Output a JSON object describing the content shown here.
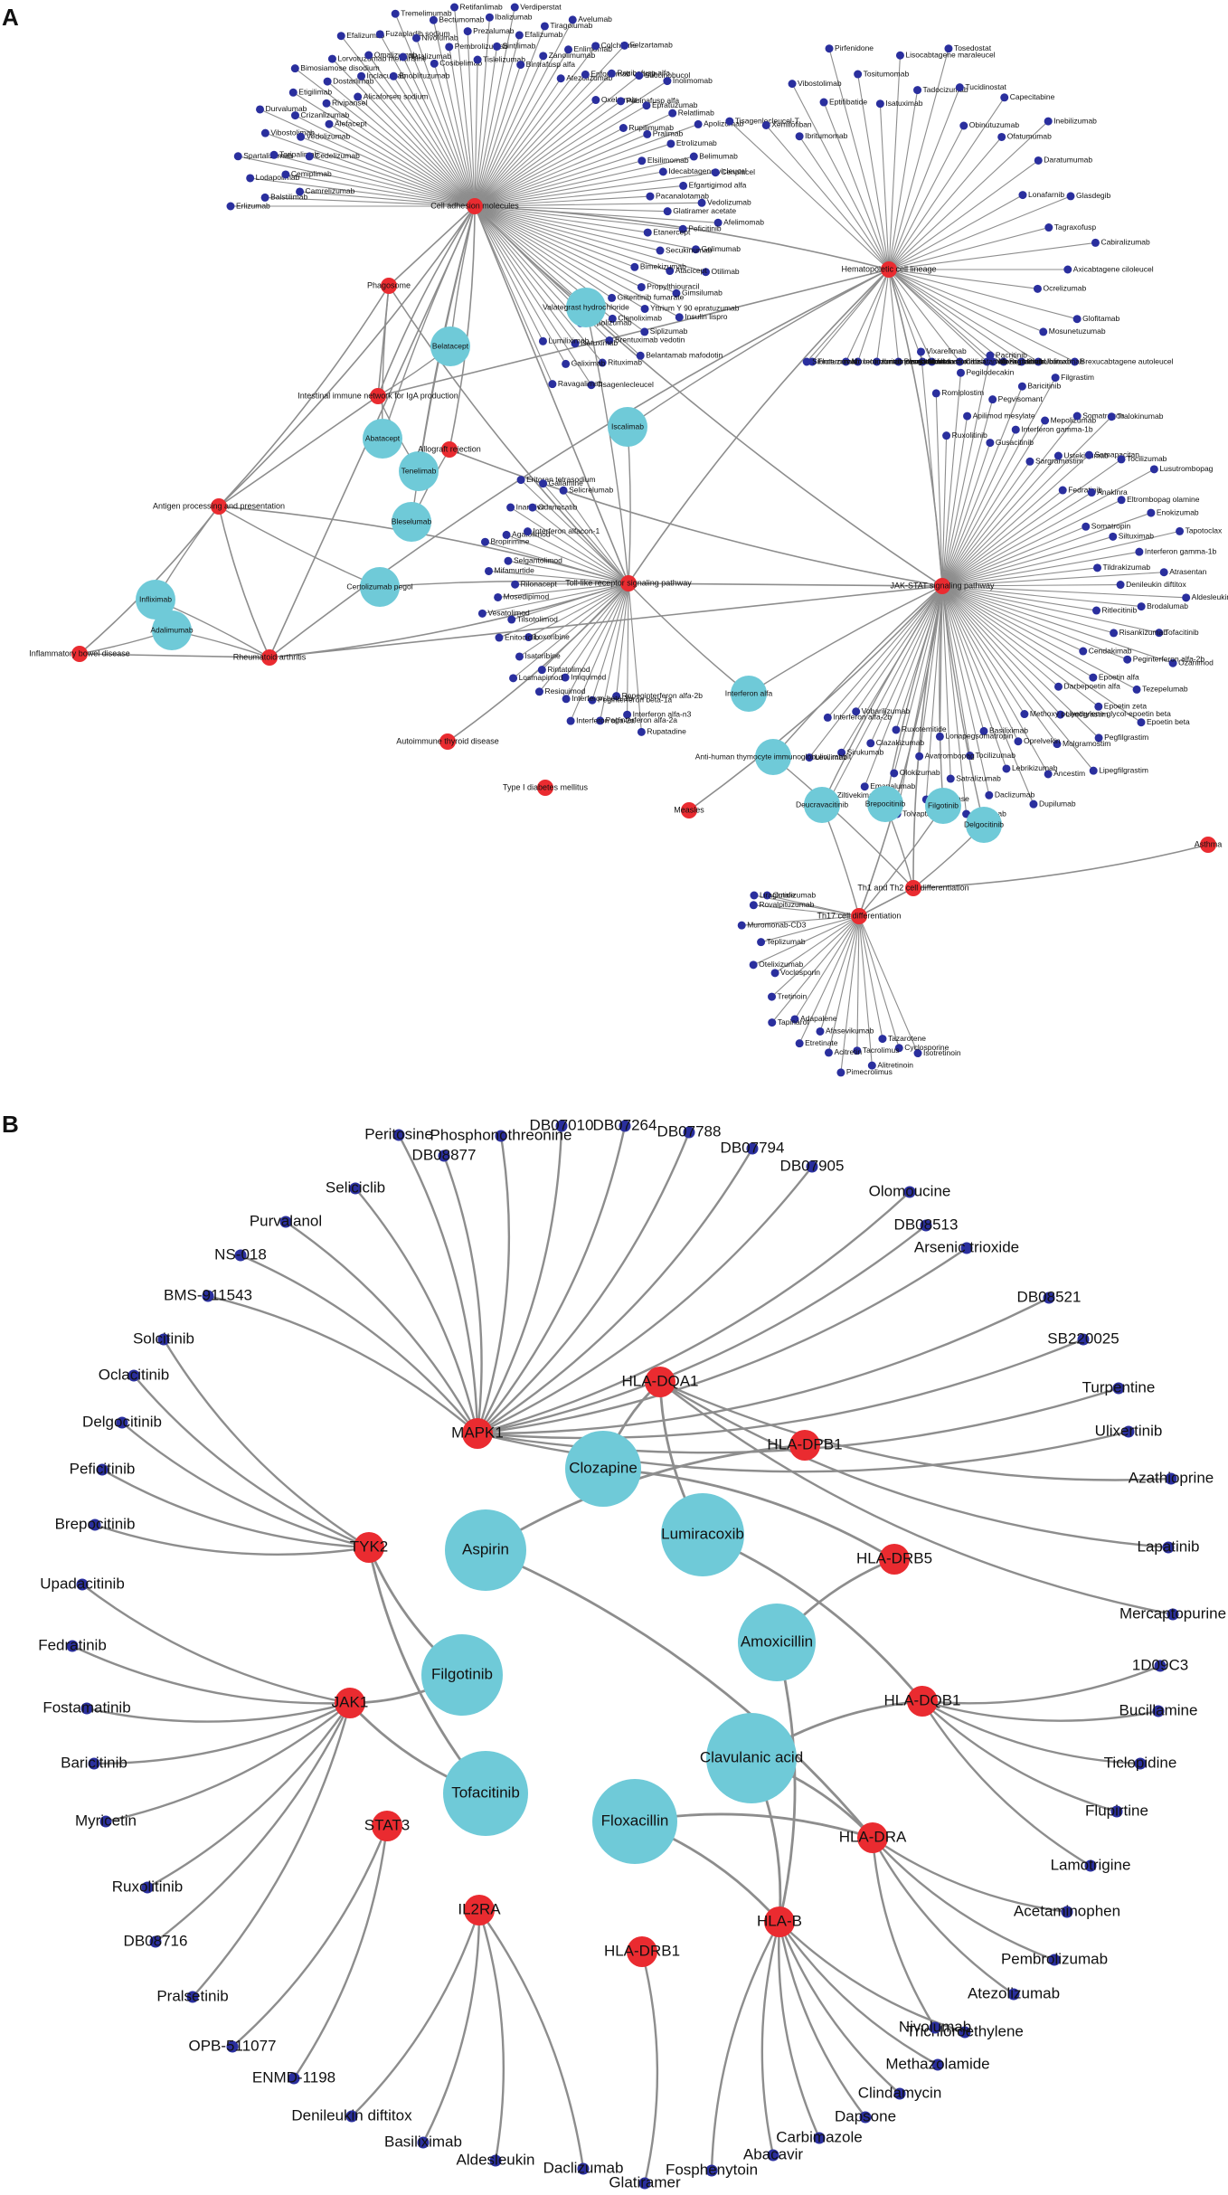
{
  "panels": [
    {
      "label": "A"
    },
    {
      "label": "B"
    }
  ],
  "colors": {
    "pathway": "#ea2b30",
    "drug_small": "#2a2f9e",
    "drug_large": "#6fcad8",
    "edge": "#8d8d8d"
  },
  "graphA": {
    "hubs": [
      "Cell adhesion molecules",
      "Hematopoietic cell lineage",
      "Toll-like receptor signaling pathway",
      "JAK-STAT signaling pathway",
      "Antigen processing and presentation",
      "Rheumatoid arthritis",
      "Inflammatory bowel disease",
      "Intestinal immune network for IgA production",
      "Allograft rejection",
      "Phagosome",
      "Th1 and Th2 cell differentiation",
      "Th17 cell differentiation",
      "Asthma",
      "Measles",
      "Autoimmune thyroid disease",
      "Type I diabetes mellitus"
    ],
    "shared_drugs": [
      "Belatacept",
      "Abatacept",
      "Valategrast hydrochloride",
      "Iscalimab",
      "Tenelimab",
      "Bleselumab",
      "Certolizumab pegol",
      "Infliximab",
      "Adalimumab",
      "Interferon alfa",
      "Anti-human thymocyte immunoglobulin, rabbit",
      "Deucravacitinib",
      "Brepocitinib",
      "Filgotinib",
      "Delgocitinib"
    ],
    "cam_drugs": [
      "Erlizumab",
      "Balstilimab",
      "Camrelizumab",
      "Lodapolimab",
      "Cemiplimab",
      "Spartalizumab",
      "Toripalimab",
      "Cedelizumab",
      "Vibostolimab",
      "Vedolizumab",
      "Durvalumab",
      "Crizanlizumab",
      "Alefacept",
      "Etigilimab",
      "Rivipansel",
      "Bimosiamose disodium",
      "Dostarlimab",
      "Alicaforsen sodium",
      "Lorvotuzumab mertansine",
      "Inclacumab",
      "Efalizumab",
      "Omalizumab",
      "Enoblituzumab",
      "Fuzapladib sodium",
      "Natalizumab",
      "Tremelimumab",
      "Nivolumab",
      "Cosibelimab",
      "Bectumomab",
      "Pembrolizumab",
      "Retifanlimab",
      "Prezalumab",
      "Tislelizumab",
      "Ibalizumab",
      "Sintilimab",
      "Verdiperstat",
      "Efalizumab",
      "Bintrafusp alfa",
      "Tiragolumab",
      "Zanolimumab",
      "Avelumab",
      "Enlimomab",
      "Atezolizumab",
      "Colchicine",
      "Enfortumab vedotin",
      "Felzartamab",
      "Rozibafusp alfa",
      "Oxelumab",
      "Succinobucol",
      "Pabinafusp alfa",
      "Inolimomab",
      "Epratuzumab",
      "Rupilimumab",
      "Relatlimab",
      "Pralimab",
      "Apolizumab",
      "Etrolizumab",
      "Elsilimomab",
      "Belimumab",
      "Idecabtagene vicleucel",
      "Cenplacel",
      "Efgartigimod alfa",
      "Pacanalotamab",
      "Vedolizumab",
      "Glatiramer acetate",
      "Afelimomab",
      "Peficitinib",
      "Etanercept",
      "Golimumab",
      "Secukinumab",
      "Otilimab",
      "Atacicept",
      "Bimekizumab",
      "Gimsilumab",
      "Propylthiouracil",
      "Insulin lispro",
      "Yttrium Y 90 epratuzumab",
      "Gilteritinib fumarate",
      "Siplizumab",
      "Clenoliximab",
      "Belantamab mafodotin",
      "Brentuximab vedotin",
      "Mepolizumab",
      "Rituximab",
      "Isatuximab",
      "Tisagenlecleucel",
      "Galiximab",
      "Lumiliximab",
      "Ravagalimab"
    ],
    "hematopoietic_drugs": [
      "Tisagenlecleucel-T",
      "Xemilofiban",
      "Ibritumomab",
      "Vibostolimab",
      "Eptifibatide",
      "Pirfenidone",
      "Tositumomab",
      "Isatuximab",
      "Lisocabtagene maraleucel",
      "Tadocizumab",
      "Tosedostat",
      "Tucidinostat",
      "Obinutuzumab",
      "Capecitabine",
      "Ofatumumab",
      "Inebilizumab",
      "Daratumumab",
      "Lonafarnib",
      "Glasdegib",
      "Tagraxofusp",
      "Cabiralizumab",
      "Axicabtagene ciloleucel",
      "Ocrelizumab",
      "Glofitamab",
      "Mosunetuzumab",
      "Brexucabtagene autoleucel",
      "Ublituximab",
      "Ruxolitinib",
      "Clenoliximab",
      "Odronextamab",
      "Mezagitamab",
      "Cibisatamab",
      "Vadastuximab",
      "Minretumomab",
      "Plamotamab",
      "Ibritumomab tiuxetan",
      "Inotuzumab ozogamicin",
      "Moxetumomab pasudotox",
      "Floteromab",
      "Sibrotuzumab"
    ],
    "tlr_drugs": [
      "Rupatadine",
      "Interferon alfa-n3",
      "Ropeginterferon alfa-2b",
      "Peginterferon alfa-2a",
      "Peginterferon beta-1a",
      "Interferon alfa-2a",
      "Interferon beta-1b",
      "Imiquimod",
      "Resiquimod",
      "Rintatolimod",
      "Losmapimod",
      "Isatoribine",
      "Loxoribine",
      "Enitociclib",
      "Tilsotolimod",
      "Vesatolimod",
      "Mosedipimod",
      "Rilonacept",
      "Mifamurtide",
      "Selgantolimod",
      "Bropirimine",
      "Agatolimod",
      "Interferon alfacon-1",
      "Inarigivir",
      "Odanacatib",
      "Eritoran tetrasodium",
      "Gallamine",
      "Selicrelumab"
    ],
    "jak_drugs": [
      "Vixarelimab",
      "Romiplostim",
      "Ruxolitinib",
      "Pegilodecakin",
      "Apilimod mesylate",
      "Pacritinib",
      "Pegvisomant",
      "Gusacitinib",
      "Baricitinib",
      "Interferon gamma-1b",
      "Filgrastim",
      "Mepolizumab",
      "Sargramostim",
      "Somatrogon",
      "Ustekinumab",
      "Tralokinumab",
      "Somapacitan",
      "Fedratinib",
      "Tocilizumab",
      "Anakinra",
      "Lusutrombopag",
      "Eltrombopag olamine",
      "Somatropin",
      "Enokizumab",
      "Siltuximab",
      "Tapotoclax",
      "Interferon gamma-1b",
      "Tildrakizumab",
      "Atrasentan",
      "Denileukin diftitox",
      "Aldesleukin",
      "Brodalumab",
      "Ritlecitinib",
      "Tofacitinib",
      "Risankizumab",
      "Ozanimod",
      "Peginterferon alfa-2b",
      "Cendakimab",
      "Tezepelumab",
      "Epoetin alfa",
      "Epoetin beta",
      "Epoetin zeta",
      "Darbepoetin alfa",
      "Pegfilgrastim",
      "Lenograstim",
      "Lipegfilgrastim",
      "Molgramostim",
      "Methoxy polyethylene glycol-epoetin beta",
      "Ancestim",
      "Oprelvekin",
      "Dupilumab",
      "Lebrikizumab",
      "Basiliximab",
      "Daclizumab",
      "Tocilizumab",
      "Sarilumab",
      "Satralizumab",
      "Lonapegsomatropin",
      "Pegvaliase",
      "Avatrombopag",
      "Tolvaptan",
      "Olokizumab",
      "Ruxotemitide",
      "Emapalumab",
      "Clazakizumab",
      "Ziltivekimab",
      "Sirukumab",
      "Vobarilizumab",
      "Levilimab",
      "Interferon alfa-2b"
    ],
    "th_drugs": [
      "Isotretinoin",
      "Cyclosporine",
      "Tazarotene",
      "Alitretinoin",
      "Tacrolimus",
      "Pimecrolimus",
      "Acitretin",
      "Afasevikumab",
      "Etretinate",
      "Adapalene",
      "Tapinarof",
      "Tretinoin",
      "Voclosporin",
      "Otelixizumab",
      "Teplizumab",
      "Muromonab-CD3",
      "Rovalpituzumab",
      "Omalizumab",
      "Liraglutide"
    ]
  },
  "graphB": {
    "hubs": [
      "MAPK1",
      "TYK2",
      "JAK1",
      "STAT3",
      "IL2RA",
      "HLA-DQA1",
      "HLA-DPB1",
      "HLA-DRB5",
      "HLA-DQB1",
      "HLA-DRA",
      "HLA-B",
      "HLA-DRB1"
    ],
    "shared_drugs": [
      "Clozapine",
      "Aspirin",
      "Lumiracoxib",
      "Amoxicillin",
      "Filgotinib",
      "Clavulanic acid",
      "Tofacitinib",
      "Floxacillin"
    ],
    "mapk1_drugs": [
      "Phosphonothreonine",
      "DB07010",
      "DB07264",
      "DB07788",
      "DB07794",
      "DB07905",
      "Olomoucine",
      "DB08513",
      "Arsenic trioxide",
      "DB08521",
      "SB220025",
      "Turpentine",
      "Ulixertinib",
      "Peritosine",
      "DB08877",
      "Seliciclib",
      "Purvalanol",
      "NS-018",
      "BMS-911543"
    ],
    "tyk2_drugs": [
      "Solcitinib",
      "Oclacitinib",
      "Delgocitinib",
      "Peficitinib",
      "Brepocitinib"
    ],
    "jak1_drugs": [
      "Upadacitinib",
      "Fedratinib",
      "Fostamatinib",
      "Baricitinib",
      "Myricetin",
      "Ruxolitinib",
      "DB08716",
      "Pralsetinib"
    ],
    "stat3_drugs": [
      "OPB-511077",
      "ENMD-1198"
    ],
    "il2ra_drugs": [
      "Denileukin diftitox",
      "Basiliximab",
      "Aldesleukin",
      "Daclizumab"
    ],
    "hla_drb1_drugs": [
      "Glatiramer"
    ],
    "hla_b_drugs": [
      "Fosphenytoin",
      "Abacavir",
      "Carbimazole",
      "Dapsone",
      "Clindamycin",
      "Methazolamide",
      "Trichloroethylene"
    ],
    "hla_dra_drugs": [
      "Nivolumab",
      "Atezolizumab",
      "Pembrolizumab",
      "Acetaminophen"
    ],
    "hla_dqb1_drugs": [
      "Lamotrigine",
      "Flupirtine",
      "Ticlopidine",
      "Bucillamine",
      "1D09C3"
    ],
    "hla_misc_drugs": [
      "Azathioprine",
      "Lapatinib",
      "Mercaptopurine"
    ]
  }
}
